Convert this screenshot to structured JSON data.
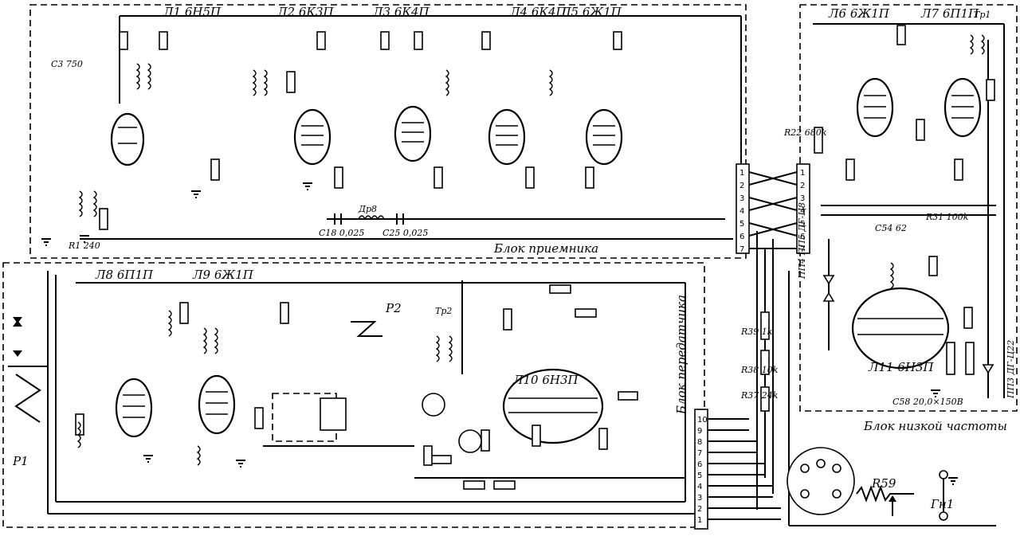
{
  "blocks": {
    "receiver": "Блок приемника",
    "transmitter": "Блок передатчика",
    "lowfreq": "Блок низкой частоты"
  },
  "tubes": {
    "l1": "Л1 6Н5П",
    "l2": "Л2 6К3П",
    "l3": "Л3 6К4П",
    "l4": "Л4 6К4П",
    "l5": "Л5 6Ж1П",
    "l6": "Л6 6Ж1П",
    "l7": "Л7 6П1П",
    "l8": "Л8 6П1П",
    "l9": "Л9 6Ж1П",
    "l10": "Л10 6Н3П",
    "l11": "Л11 6Н3П"
  },
  "labels": {
    "p1": "Р1",
    "p2": "Р2",
    "r59": "R59",
    "gn1": "Гн1",
    "tr1": "Тр1",
    "tr2": "Тр2",
    "r22": "R22 680k",
    "r1": "R1 240",
    "c3": "C3 750",
    "pp": "ПП4 ПП5 ДГ-Ц8",
    "pp3": "ПП3 ДГ-Ц22",
    "c58": "C58 20,0×150В",
    "r38": "R38 10k",
    "r37": "R37 24k",
    "r39": "R39 1k",
    "c18": "C18 0,025",
    "c25": "C25 0,025",
    "dr8": "Др8",
    "c54": "C54 62",
    "r31": "R31 100k"
  },
  "connector_pins": [
    "1",
    "2",
    "3",
    "4",
    "5",
    "6",
    "7"
  ],
  "tx_connector_pins": [
    "10",
    "9",
    "8",
    "7",
    "6",
    "5",
    "4",
    "3",
    "2",
    "1"
  ]
}
